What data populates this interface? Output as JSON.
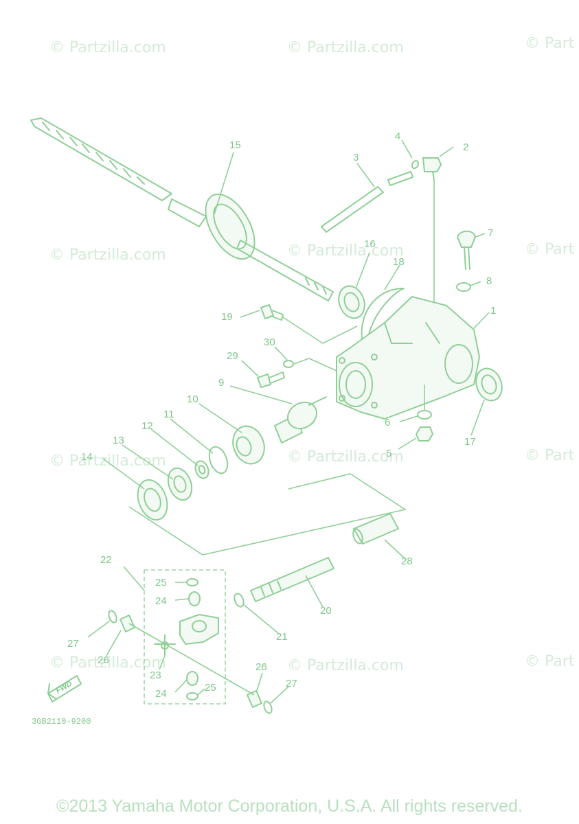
{
  "watermark": "© Partzilla.com",
  "watermark_partial": "© Part",
  "diagram_code": "3GB2110-9200",
  "fwd_label": "FWD",
  "copyright": "©2013 Yamaha Motor Corporation, U.S.A. All rights reserved.",
  "callouts": {
    "c1": "1",
    "c2": "2",
    "c3": "3",
    "c4": "4",
    "c5": "5",
    "c6": "6",
    "c7": "7",
    "c8": "8",
    "c9": "9",
    "c10": "10",
    "c11": "11",
    "c12": "12",
    "c13": "13",
    "c14": "14",
    "c15": "15",
    "c16": "16",
    "c17": "17",
    "c18": "18",
    "c19": "19",
    "c20": "20",
    "c21": "21",
    "c22": "22",
    "c23": "23",
    "c24a": "24",
    "c24b": "24",
    "c25a": "25",
    "c25b": "25",
    "c26a": "26",
    "c26b": "26",
    "c27a": "27",
    "c27b": "27",
    "c28": "28",
    "c29": "29",
    "c30": "30"
  },
  "colors": {
    "line": "#8fcf97",
    "text": "#7fc78a",
    "watermark": "#d4ebd7",
    "copyright": "#b9e0be"
  }
}
